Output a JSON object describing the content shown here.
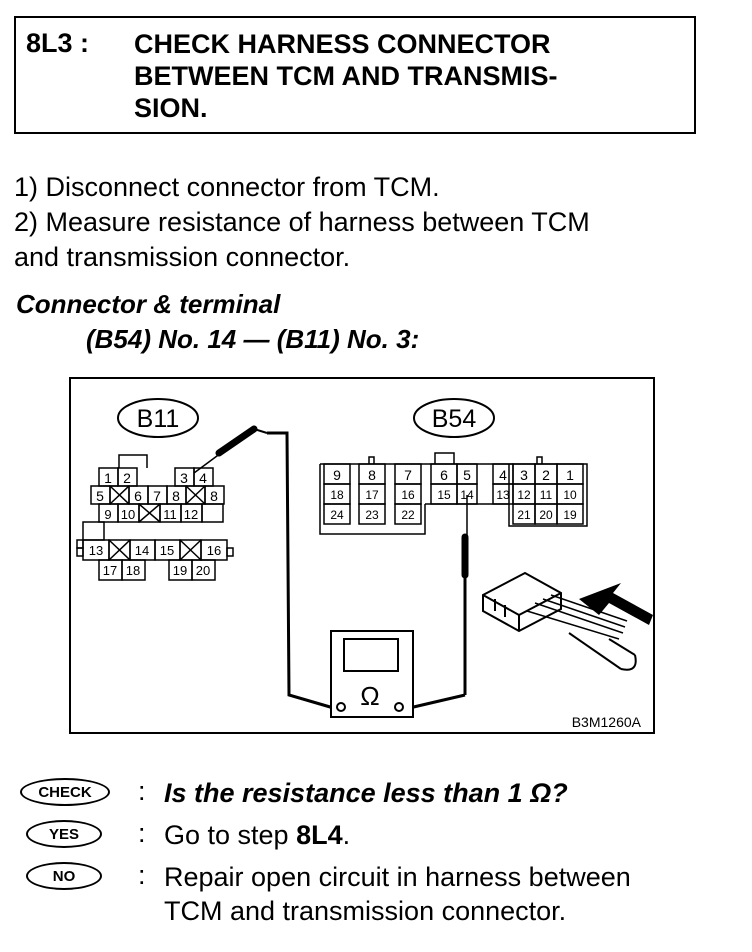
{
  "header": {
    "step": "8L3 :",
    "title_lines": [
      "CHECK HARNESS CONNECTOR",
      "BETWEEN TCM AND TRANSMIS-",
      "SION."
    ]
  },
  "instructions": {
    "line1": "1)  Disconnect connector from TCM.",
    "line2": "2)  Measure resistance of harness between TCM",
    "line3": "and transmission connector."
  },
  "connector_terminal": {
    "heading": "Connector & terminal",
    "value": "(B54) No. 14 — (B11) No. 3:"
  },
  "figure": {
    "b11_label": "B11",
    "b54_label": "B54",
    "meter_symbol": "Ω",
    "figure_code": "B3M1260A",
    "b11_pins": [
      "1",
      "2",
      "3",
      "4",
      "5",
      "6",
      "7",
      "8",
      "9",
      "10",
      "11",
      "12",
      "13",
      "14",
      "15",
      "16",
      "17",
      "18",
      "19",
      "20"
    ],
    "b54_pins": [
      "9",
      "8",
      "7",
      "6",
      "5",
      "4",
      "3",
      "2",
      "1",
      "18",
      "17",
      "16",
      "15",
      "14",
      "13",
      "12",
      "11",
      "10",
      "24",
      "23",
      "22",
      "21",
      "20",
      "19"
    ]
  },
  "checks": {
    "check_badge": "CHECK",
    "check_colon": ":",
    "check_text": "Is the resistance less than 1 Ω?",
    "yes_badge": "YES",
    "yes_colon": ":",
    "yes_text": "Go to step ",
    "yes_step": "8L4",
    "yes_end": ".",
    "no_badge": "NO",
    "no_colon": ":",
    "no_text_1": "Repair open circuit in harness between",
    "no_text_2": "TCM and transmission connector."
  }
}
